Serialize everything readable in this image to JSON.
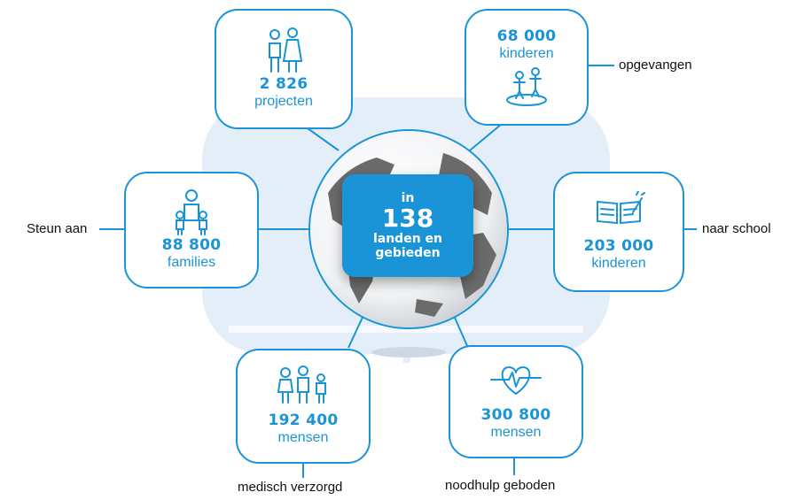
{
  "center": {
    "line1": "in",
    "number": "138",
    "line2": "landen en",
    "line3": "gebieden"
  },
  "nodes": {
    "projecten": {
      "number": "2 826",
      "unit": "projecten",
      "icon": "family-icon"
    },
    "opgevangen": {
      "number": "68 000",
      "unit": "kinderen",
      "label": "opgevangen",
      "icon": "playing-children-icon"
    },
    "families": {
      "number": "88 800",
      "unit": "families",
      "label": "Steun aan",
      "icon": "parent-with-children-icon"
    },
    "school": {
      "number": "203 000",
      "unit": "kinderen",
      "label": "naar school",
      "icon": "open-book-icon"
    },
    "verzorgd": {
      "number": "192 400",
      "unit": "mensen",
      "label": "medisch verzorgd",
      "icon": "group-of-people-icon"
    },
    "noodhulp": {
      "number": "300 800",
      "unit": "mensen",
      "label": "noodhulp geboden",
      "icon": "heartbeat-icon"
    }
  },
  "colors": {
    "accent": "#1a94d6",
    "background_tint": "#e3eef8",
    "globe_land": "#6b6b6b"
  }
}
